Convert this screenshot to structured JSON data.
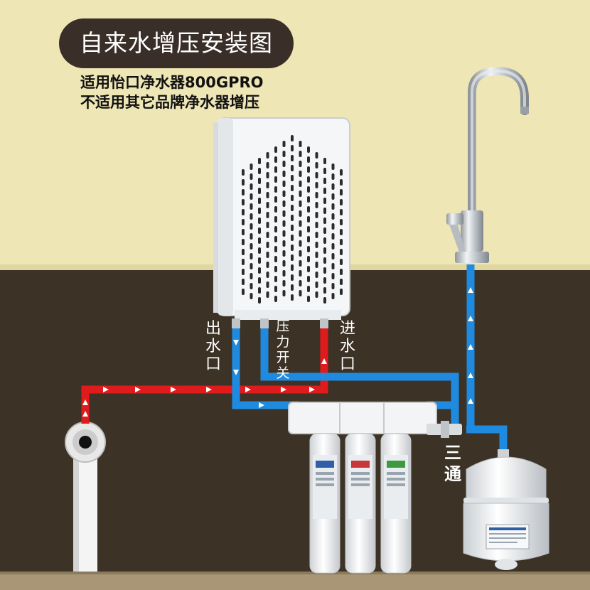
{
  "header": {
    "title": "自来水增压安装图",
    "subtitle_line1": "适用怡口净水器800GPRO",
    "subtitle_line2": "不适用其它品牌净水器增压"
  },
  "labels": {
    "water_outlet": "出水口",
    "pressure_switch": "压力开关",
    "water_inlet": "进水口",
    "tee_fitting": "三通"
  },
  "colors": {
    "wall": "#efe6b6",
    "cabinet": "#3c3226",
    "floor": "#a89677",
    "inlet_pipe": "#e01b1b",
    "outlet_pipe": "#1f8be0",
    "title_bg": "#3a2f28"
  },
  "icons": [
    "faucet-icon",
    "booster-pump-icon",
    "filter-unit-icon",
    "storage-tank-icon",
    "supply-pipe-icon"
  ]
}
